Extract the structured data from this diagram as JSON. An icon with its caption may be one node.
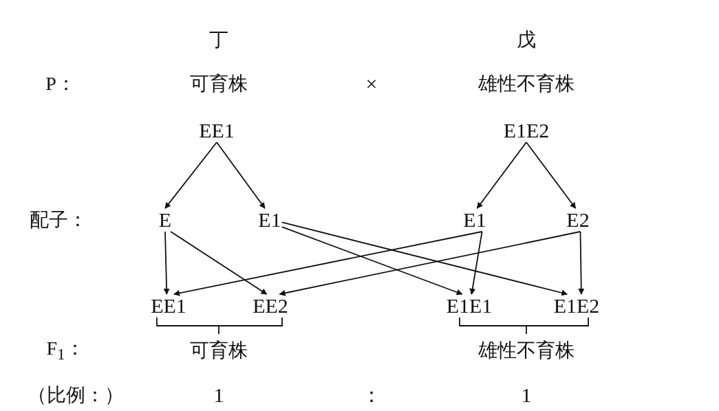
{
  "diagram": {
    "nodes": [
      {
        "text": [
          "EE1"
        ]
      },
      {
        "text": [
          "E1E2"
        ]
      },
      {
        "text": [
          "E"
        ]
      },
      {
        "text": [
          "E1"
        ]
      },
      {
        "text": [
          "E1"
        ]
      },
      {
        "text": [
          "E2"
        ]
      },
      {
        "text": [
          "EE1"
        ]
      },
      {
        "text": [
          "EE2"
        ]
      },
      {
        "text": [
          "E1E1"
        ]
      },
      {
        "text": [
          "E1E2"
        ]
      }
    ],
    "edges": [
      {
        "from": 0,
        "to": 2,
        "arrow": "to"
      },
      {
        "from": 0,
        "to": 3,
        "arrow": "to"
      },
      {
        "from": 1,
        "to": 4,
        "arrow": "to"
      },
      {
        "from": 1,
        "to": 5,
        "arrow": "to"
      },
      {
        "from": 2,
        "to": 6,
        "arrow": "to"
      },
      {
        "from": 2,
        "to": 7,
        "arrow": "to"
      },
      {
        "from": 3,
        "to": 8,
        "arrow": "to"
      },
      {
        "from": 3,
        "to": 9,
        "arrow": "to"
      },
      {
        "from": 4,
        "to": 6,
        "arrow": "to"
      },
      {
        "from": 4,
        "to": 8,
        "arrow": "to"
      },
      {
        "from": 5,
        "to": 7,
        "arrow": "to"
      },
      {
        "from": 5,
        "to": 9,
        "arrow": "to"
      }
    ],
    "labels": [
      "丁",
      "戊",
      "P：",
      "可育株",
      "×",
      "雄性不育株",
      "配子：",
      "F$_{1}$：",
      "可育株",
      "雄性不育株",
      "（比例：）",
      "1",
      "：",
      "1"
    ]
  }
}
